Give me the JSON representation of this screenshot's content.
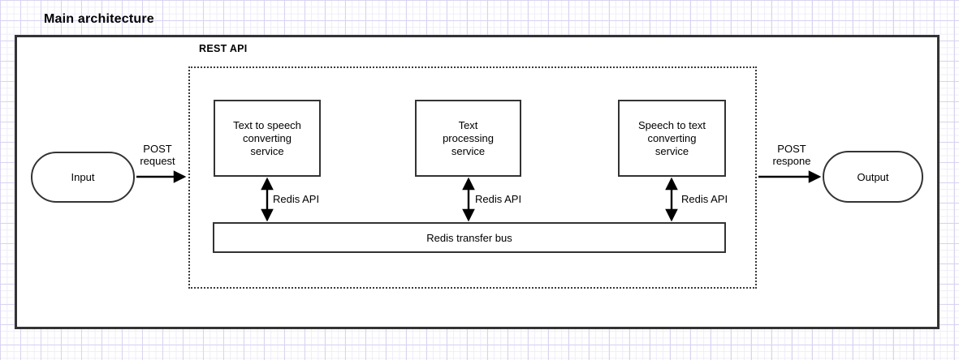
{
  "title": "Main architecture",
  "rest_api": {
    "label": "REST API"
  },
  "nodes": {
    "input": {
      "label": "Input"
    },
    "output": {
      "label": "Output"
    },
    "tts": {
      "label": "Text to speech\nconverting\nservice"
    },
    "processing": {
      "label": "Text\nprocessing\nservice"
    },
    "stt": {
      "label": "Speech to text\nconverting\nservice"
    },
    "bus": {
      "label": "Redis transfer bus"
    }
  },
  "edges": {
    "post_request": {
      "label": "POST\nrequest"
    },
    "post_response": {
      "label": "POST\nrespone"
    },
    "redis_api_1": {
      "label": "Redis API"
    },
    "redis_api_2": {
      "label": "Redis API"
    },
    "redis_api_3": {
      "label": "Redis API"
    }
  },
  "colors": {
    "shape_border": "#333333",
    "shape_fill": "#ffffff",
    "arrow": "#000000",
    "text": "#000000",
    "grid_major": "#d8d4f0",
    "grid_minor": "#efedf9",
    "page_background": "#ffffff"
  }
}
